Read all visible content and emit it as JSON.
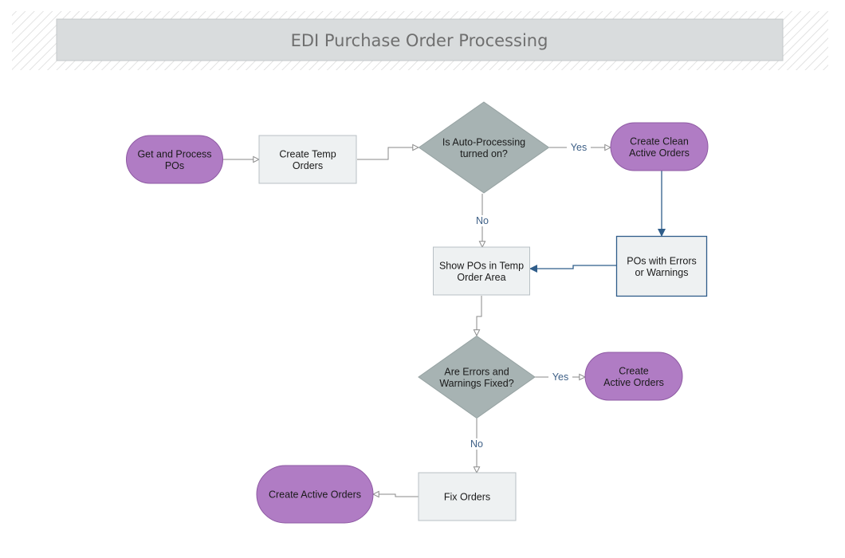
{
  "title": "EDI Purchase Order Processing",
  "colors": {
    "terminal_fill": "#b07cc4",
    "terminal_stroke": "#8e5aa3",
    "process_fill": "#eef1f2",
    "process_stroke": "#b8c0c4",
    "decision_fill": "#a7b3b3",
    "decision_stroke": "#96a2a2",
    "highlight_stroke": "#2f5d8a",
    "connector": "#8a8a8a",
    "highlight_connector": "#2f5d8a",
    "label": "#3d5f86"
  },
  "nodes": [
    {
      "id": "get-process-pos",
      "type": "terminal",
      "lines": [
        "Get and Process",
        "POs"
      ]
    },
    {
      "id": "create-temp-orders",
      "type": "process",
      "lines": [
        "Create Temp",
        "Orders"
      ]
    },
    {
      "id": "auto-processing",
      "type": "decision",
      "lines": [
        "Is Auto-Processing",
        "turned on?"
      ]
    },
    {
      "id": "create-clean-active",
      "type": "terminal",
      "lines": [
        "Create Clean",
        "Active Orders"
      ]
    },
    {
      "id": "pos-with-errors",
      "type": "process",
      "highlight": true,
      "lines": [
        "POs with Errors",
        "or Warnings"
      ]
    },
    {
      "id": "show-pos-temp",
      "type": "process",
      "lines": [
        "Show POs in Temp",
        "Order Area"
      ]
    },
    {
      "id": "errors-fixed",
      "type": "decision",
      "lines": [
        "Are Errors and",
        "Warnings Fixed?"
      ]
    },
    {
      "id": "create-active-right",
      "type": "terminal",
      "lines": [
        "Create",
        "Active Orders"
      ]
    },
    {
      "id": "fix-orders",
      "type": "process",
      "lines": [
        "Fix Orders"
      ]
    },
    {
      "id": "create-active-left",
      "type": "terminal",
      "lines": [
        "Create Active Orders"
      ]
    }
  ],
  "edges": [
    {
      "from": "get-process-pos",
      "to": "create-temp-orders",
      "label": ""
    },
    {
      "from": "create-temp-orders",
      "to": "auto-processing",
      "label": ""
    },
    {
      "from": "auto-processing",
      "to": "create-clean-active",
      "label": "Yes"
    },
    {
      "from": "auto-processing",
      "to": "show-pos-temp",
      "label": "No"
    },
    {
      "from": "create-clean-active",
      "to": "pos-with-errors",
      "label": "",
      "highlight": true
    },
    {
      "from": "pos-with-errors",
      "to": "show-pos-temp",
      "label": "",
      "highlight": true
    },
    {
      "from": "show-pos-temp",
      "to": "errors-fixed",
      "label": ""
    },
    {
      "from": "errors-fixed",
      "to": "create-active-right",
      "label": "Yes"
    },
    {
      "from": "errors-fixed",
      "to": "fix-orders",
      "label": "No"
    },
    {
      "from": "fix-orders",
      "to": "create-active-left",
      "label": ""
    }
  ]
}
